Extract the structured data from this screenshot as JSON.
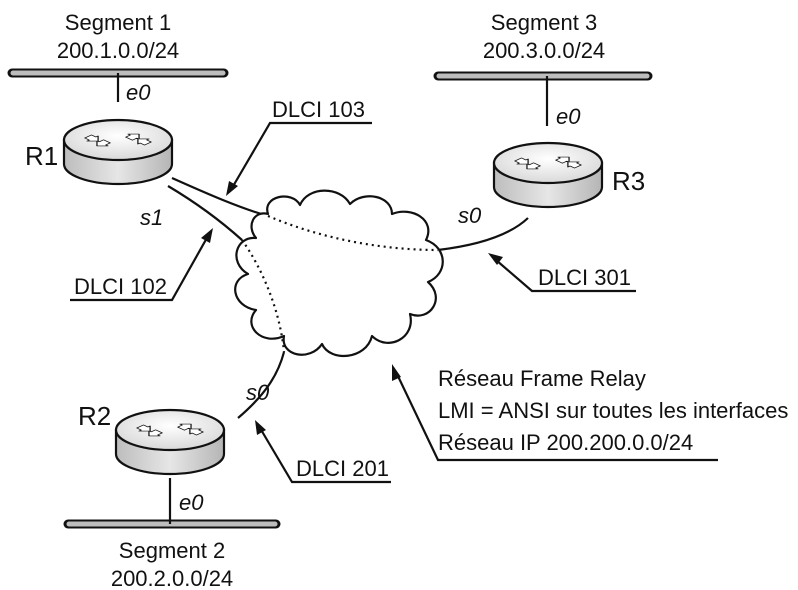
{
  "segments": {
    "seg1": {
      "name": "Segment 1",
      "network": "200.1.0.0/24",
      "iface": "e0"
    },
    "seg2": {
      "name": "Segment 2",
      "network": "200.2.0.0/24",
      "iface": "e0"
    },
    "seg3": {
      "name": "Segment 3",
      "network": "200.3.0.0/24",
      "iface": "e0"
    }
  },
  "routers": {
    "r1": {
      "name": "R1",
      "serial": "s1"
    },
    "r2": {
      "name": "R2",
      "serial": "s0"
    },
    "r3": {
      "name": "R3",
      "serial": "s0"
    }
  },
  "dlci": {
    "d103": "DLCI 103",
    "d102": "DLCI 102",
    "d301": "DLCI 301",
    "d201": "DLCI 201"
  },
  "network_info": {
    "line1": "Réseau Frame Relay",
    "line2": "LMI = ANSI sur toutes les interfaces",
    "line3": "Réseau IP 200.200.0.0/24"
  },
  "colors": {
    "ethernet_bar": "#b9b9b9",
    "router_top": "#e8e8e8",
    "router_side": "#c8c8c8",
    "line": "#111111"
  }
}
